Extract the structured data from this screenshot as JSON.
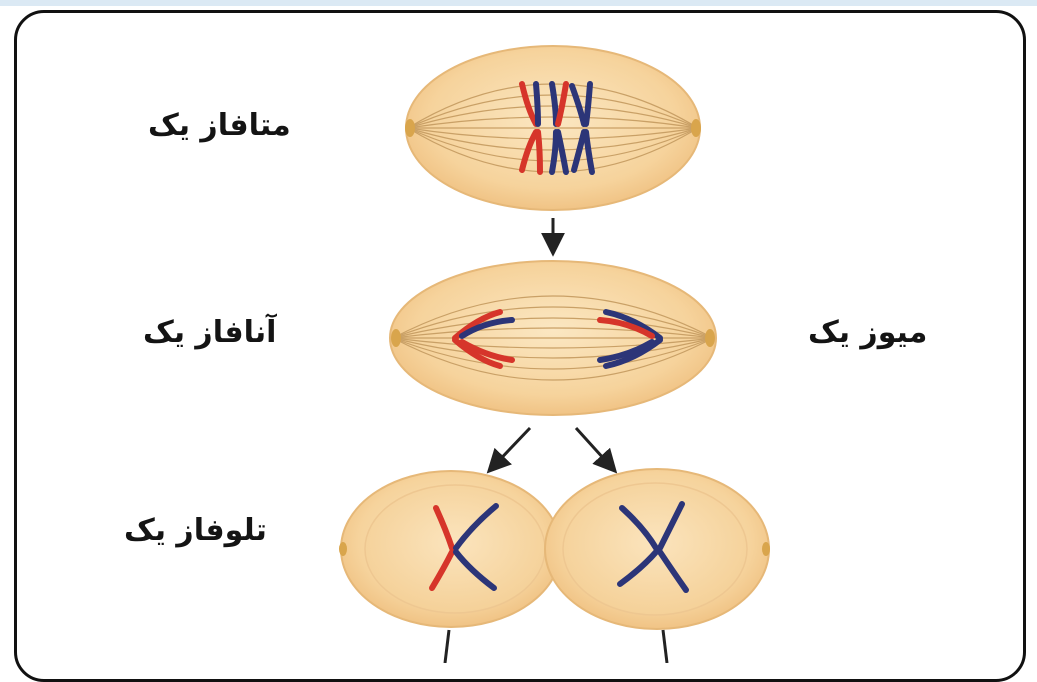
{
  "labels": {
    "metaphase": "متافاز یک",
    "anaphase": "آنافاز یک",
    "telophase": "تلوفاز یک",
    "meiosis": "میوز یک"
  },
  "colors": {
    "cell_fill": "#f7d8a4",
    "cell_edge": "#e2b676",
    "spindle": "#c9a066",
    "chromosome_red": "#d6352a",
    "chromosome_blue": "#2c3578",
    "arrow": "#222222"
  },
  "stages": [
    "metaphase-I",
    "anaphase-I",
    "telophase-I"
  ]
}
